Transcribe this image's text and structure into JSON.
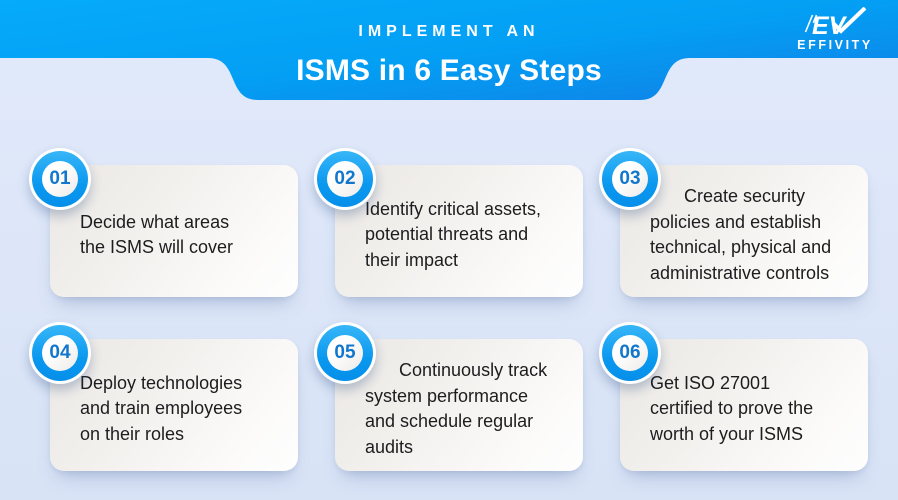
{
  "header": {
    "kicker": "IMPLEMENT AN",
    "title": "ISMS in 6 Easy Steps",
    "logo": {
      "mark": "EV",
      "wordmark": "EFFIVITY"
    }
  },
  "colors": {
    "header_gradient_start": "#06abfb",
    "header_gradient_end": "#1081e7",
    "page_background": "#dde7f9",
    "badge_ring_blue": "#0a98ef",
    "badge_number_blue": "#1277cc",
    "card_text": "#1d1d1f",
    "card_background_start": "#eae7e4",
    "card_background_end": "#fefefe"
  },
  "steps": [
    {
      "number": "01",
      "text": "Decide what areas\nthe ISMS will cover"
    },
    {
      "number": "02",
      "text": "Identify critical assets,\npotential threats and\ntheir impact"
    },
    {
      "number": "03",
      "text": "Create security\npolicies and establish\ntechnical, physical and\nadministrative controls"
    },
    {
      "number": "04",
      "text": "Deploy technologies\nand train employees\non their roles"
    },
    {
      "number": "05",
      "text": "Continuously track\nsystem performance\nand schedule regular\naudits"
    },
    {
      "number": "06",
      "text": "Get ISO 27001\ncertified to prove the\nworth of your ISMS"
    }
  ]
}
